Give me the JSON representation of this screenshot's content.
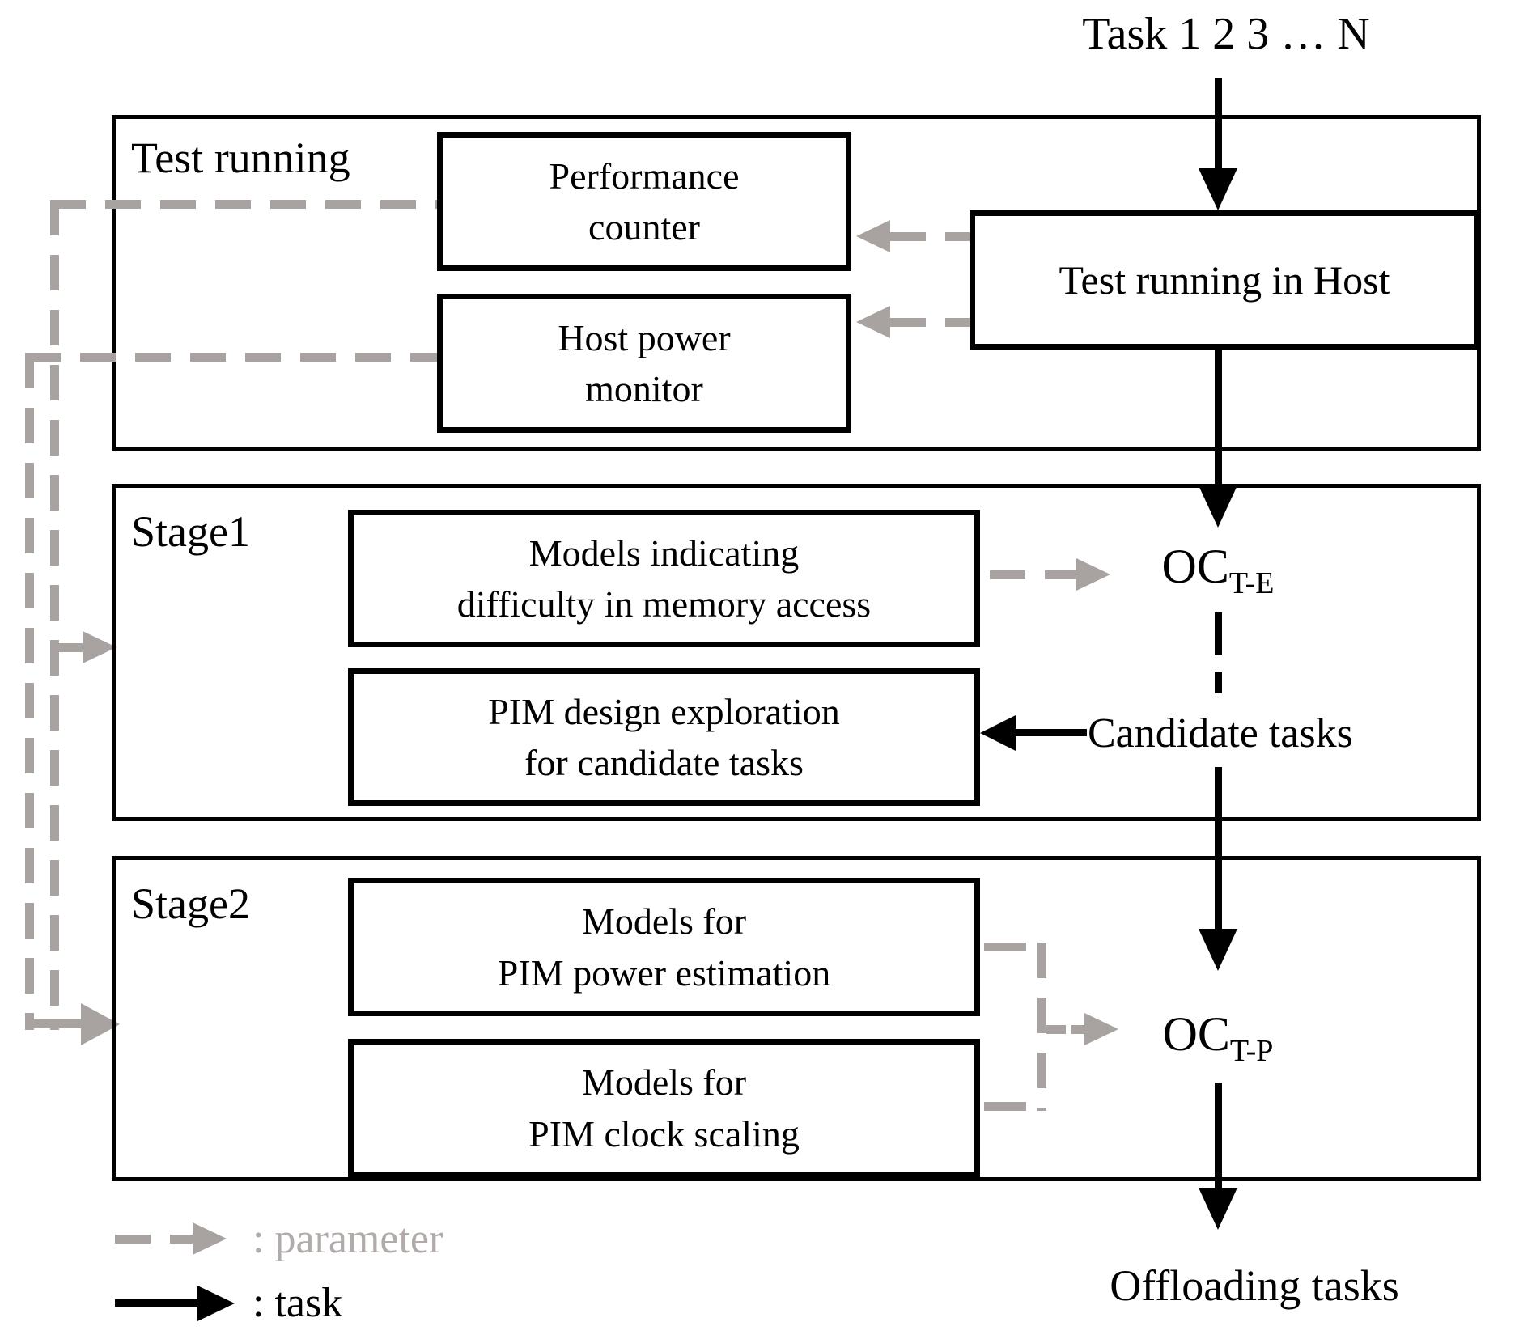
{
  "figure": {
    "top_label": "Task 1 2 3 … N",
    "test_running": {
      "label": "Test running",
      "performance_counter": {
        "line1": "Performance",
        "line2": "counter"
      },
      "host_power_monitor": {
        "line1": "Host power",
        "line2": "monitor"
      },
      "host_run_box": "Test running in Host"
    },
    "stage1": {
      "label": "Stage1",
      "models_box": {
        "line1": "Models indicating",
        "line2": "difficulty in memory access"
      },
      "pim_box": {
        "line1": "PIM design exploration",
        "line2": "for candidate tasks"
      },
      "oc": {
        "base": "OC",
        "sub": "T-E"
      },
      "candidate_label": "Candidate tasks"
    },
    "stage2": {
      "label": "Stage2",
      "power_box": {
        "line1": "Models for",
        "line2": "PIM power estimation"
      },
      "clock_box": {
        "line1": "Models for",
        "line2": "PIM clock scaling"
      },
      "oc": {
        "base": "OC",
        "sub": "T-P"
      }
    },
    "offloading_label": "Offloading tasks",
    "legend": {
      "parameter_label": ": parameter",
      "task_label": ": task"
    },
    "colors": {
      "parameter_gray": "#a8a2a0",
      "task_black": "#000000"
    }
  }
}
